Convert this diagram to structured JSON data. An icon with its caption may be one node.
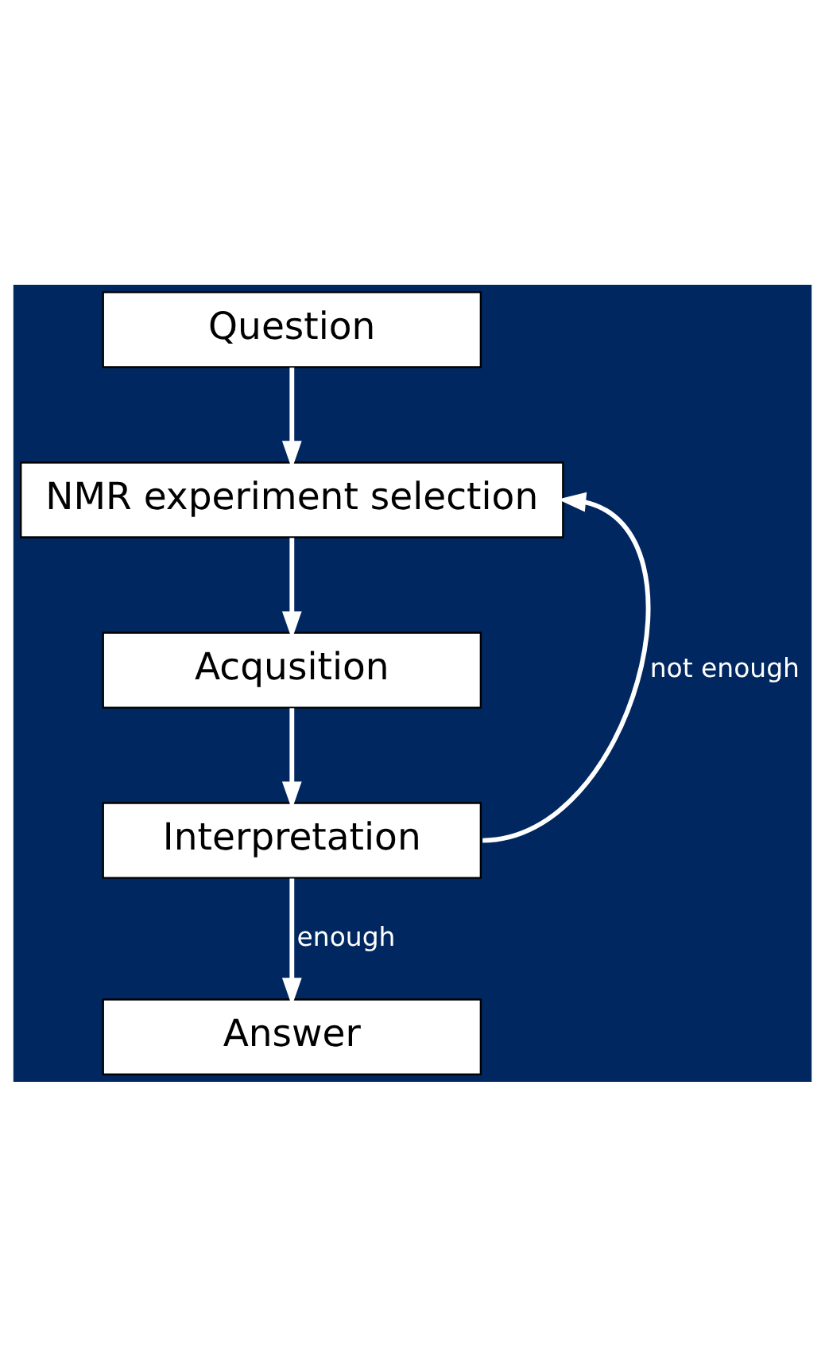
{
  "diagram": {
    "nodes": [
      {
        "text": [
          "Question"
        ]
      },
      {
        "text": [
          "NMR experiment selection"
        ]
      },
      {
        "text": [
          "Acqusition"
        ]
      },
      {
        "text": [
          "Interpretation"
        ]
      },
      {
        "text": [
          "Answer"
        ]
      }
    ],
    "edges": [
      {
        "from": 0,
        "to": 1,
        "arrow": "to"
      },
      {
        "from": 1,
        "to": 2,
        "arrow": "to"
      },
      {
        "from": 2,
        "to": 3,
        "arrow": "to"
      },
      {
        "from": 3,
        "to": 1,
        "arrow": "to",
        "label": "not enough"
      },
      {
        "from": 3,
        "to": 4,
        "arrow": "to",
        "label": "enough"
      }
    ]
  }
}
